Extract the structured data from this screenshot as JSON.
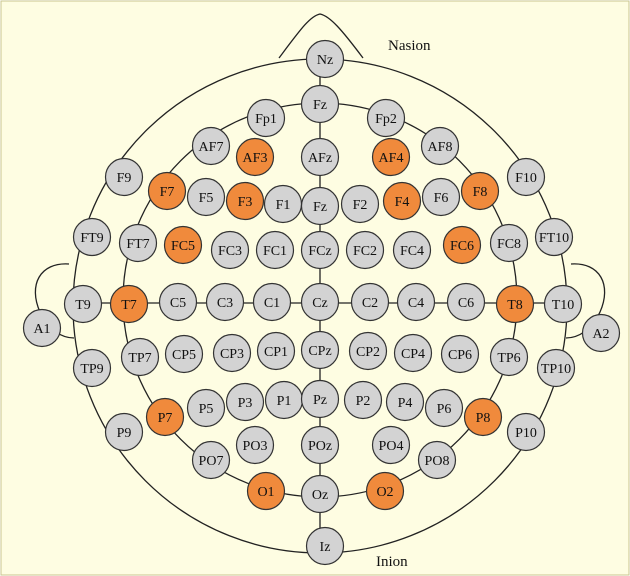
{
  "diagram": {
    "colors": {
      "background": "#FEFDE2",
      "frame": "#C9C58F",
      "electrode_default": "#D3D3D3",
      "electrode_highlight": "#F08A3C"
    },
    "landmarks": {
      "top": "Nasion",
      "bottom": "Inion"
    },
    "highlighted": [
      "AF3",
      "AF4",
      "F7",
      "F3",
      "F4",
      "F8",
      "FC5",
      "FC6",
      "T7",
      "T8",
      "P7",
      "P8",
      "O1",
      "O2"
    ],
    "electrodes": [
      "Nz",
      "Fp1",
      "Fz",
      "Fp2",
      "AF7",
      "AF3",
      "AFz",
      "AF4",
      "AF8",
      "F9",
      "F7",
      "F5",
      "F3",
      "F1",
      "Fz",
      "F2",
      "F4",
      "F6",
      "F8",
      "F10",
      "FT9",
      "FT7",
      "FC5",
      "FC3",
      "FC1",
      "FCz",
      "FC2",
      "FC4",
      "FC6",
      "FC8",
      "FT10",
      "T9",
      "T7",
      "C5",
      "C3",
      "C1",
      "Cz",
      "C2",
      "C4",
      "C6",
      "T8",
      "T10",
      "A1",
      "A2",
      "TP9",
      "TP7",
      "CP5",
      "CP3",
      "CP1",
      "CPz",
      "CP2",
      "CP4",
      "CP6",
      "TP6",
      "TP10",
      "P9",
      "P7",
      "P5",
      "P3",
      "P1",
      "Pz",
      "P2",
      "P4",
      "P6",
      "P8",
      "P10",
      "PO7",
      "PO3",
      "POz",
      "PO4",
      "PO8",
      "O1",
      "Oz",
      "O2",
      "Iz"
    ]
  }
}
